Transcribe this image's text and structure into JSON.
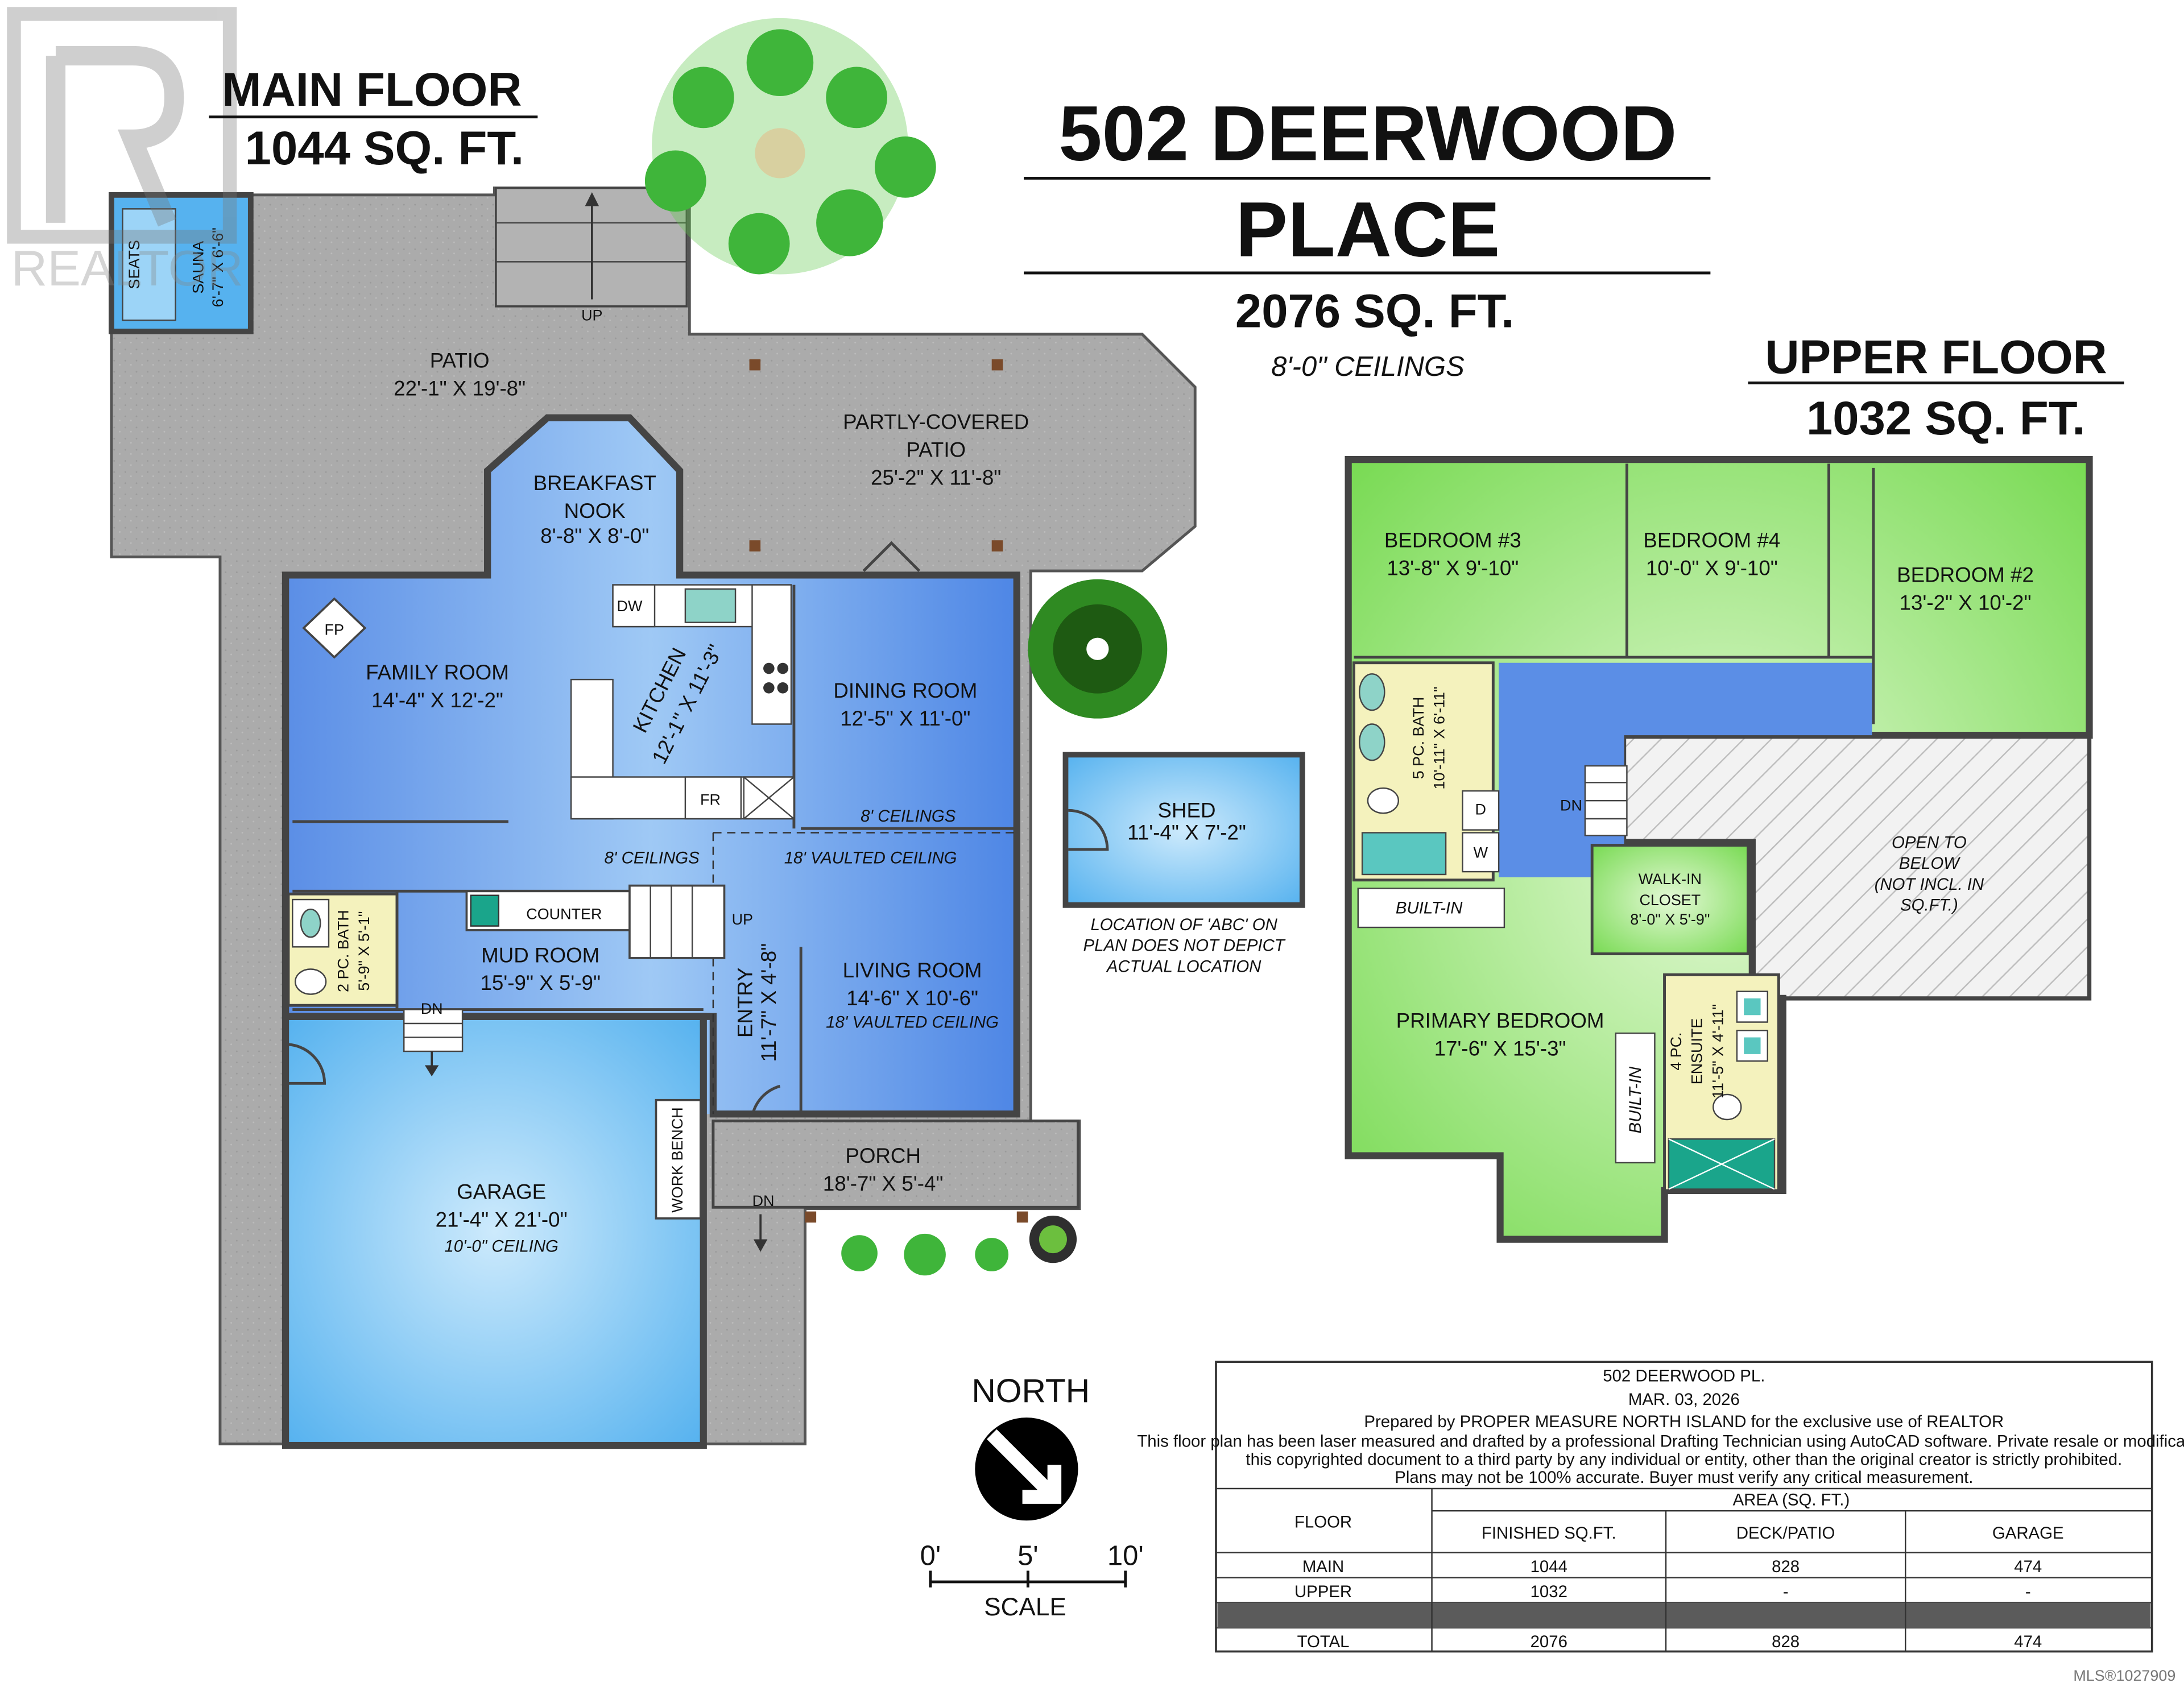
{
  "watermark": {
    "brand": "REALTOR",
    "mls": "MLS®1027909"
  },
  "address": {
    "line1": "502 DEERWOOD",
    "line2": "PLACE",
    "total_area": "2076 SQ. FT.",
    "ceilings": "8'-0\" CEILINGS"
  },
  "main_floor": {
    "title": "MAIN FLOOR",
    "area": "1044 SQ. FT.",
    "rooms": {
      "patio": {
        "name": "PATIO",
        "dims": "22'-1\" X 19'-8\""
      },
      "partly_covered_patio": {
        "name1": "PARTLY-COVERED",
        "name2": "PATIO",
        "dims": "25'-2\" X 11'-8\""
      },
      "breakfast_nook": {
        "name1": "BREAKFAST",
        "name2": "NOOK",
        "dims": "8'-8\" X 8'-0\""
      },
      "family_room": {
        "name": "FAMILY ROOM",
        "dims": "14'-4\" X 12'-2\"",
        "fp": "FP"
      },
      "kitchen": {
        "name": "KITCHEN",
        "dims": "12'-1\" X 11'-3\"",
        "dw": "DW",
        "fr": "FR"
      },
      "dining_room": {
        "name": "DINING ROOM",
        "dims": "12'-5\" X 11'-0\"",
        "ceiling": "8' CEILINGS"
      },
      "vaulted": {
        "left": "8' CEILINGS",
        "right": "18' VAULTED CEILING"
      },
      "mud_room": {
        "name": "MUD ROOM",
        "dims": "15'-9\" X 5'-9\"",
        "counter": "COUNTER",
        "up": "UP"
      },
      "bath2": {
        "name": "2 PC. BATH",
        "dims": "5'-9\" X 5'-1\""
      },
      "entry": {
        "name": "ENTRY",
        "dims": "11'-7\" X 4'-8\""
      },
      "living_room": {
        "name": "LIVING ROOM",
        "dims": "14'-6\" X 10'-6\"",
        "ceiling": "18' VAULTED CEILING"
      },
      "garage": {
        "name": "GARAGE",
        "dims": "21'-4\" X 21'-0\"",
        "ceiling": "10'-0\" CEILING",
        "bench": "WORK BENCH",
        "dn": "DN"
      },
      "porch": {
        "name": "PORCH",
        "dims": "18'-7\" X 5'-4\"",
        "dn": "DN"
      },
      "sauna": {
        "name": "SAUNA",
        "dims": "6'-7\" X 6'-6\"",
        "seats": "SEATS"
      },
      "up": "UP"
    }
  },
  "shed": {
    "name": "SHED",
    "dims": "11'-4\" X 7'-2\"",
    "note": [
      "LOCATION OF 'ABC' ON",
      "PLAN DOES NOT DEPICT",
      "ACTUAL LOCATION"
    ]
  },
  "upper_floor": {
    "title": "UPPER FLOOR",
    "area": "1032 SQ. FT.",
    "rooms": {
      "bed3": {
        "name": "BEDROOM #3",
        "dims": "13'-8\" X 9'-10\""
      },
      "bed4": {
        "name": "BEDROOM #4",
        "dims": "10'-0\" X 9'-10\""
      },
      "bed2": {
        "name": "BEDROOM #2",
        "dims": "13'-2\" X 10'-2\""
      },
      "bath5": {
        "name": "5 PC. BATH",
        "dims": "10'-11\" X 6'-11\""
      },
      "laundry": {
        "d": "D",
        "w": "W"
      },
      "dn": "DN",
      "open_below": [
        "OPEN TO",
        "BELOW",
        "(NOT INCL. IN",
        "SQ.FT.)"
      ],
      "walk_in": {
        "name1": "WALK-IN",
        "name2": "CLOSET",
        "dims": "8'-0\" X 5'-9\""
      },
      "built_in": "BUILT-IN",
      "built_in_v": "BUILT-IN",
      "primary": {
        "name": "PRIMARY BEDROOM",
        "dims": "17'-6\" X 15'-3\""
      },
      "ensuite": {
        "name1": "4 PC.",
        "name2": "ENSUITE",
        "dims": "11'-5\" X 4'-11\""
      }
    }
  },
  "north": {
    "label": "NORTH"
  },
  "scale": {
    "ticks": [
      "0'",
      "5'",
      "10'"
    ],
    "label": "SCALE"
  },
  "info_table": {
    "address": "502 DEERWOOD PL.",
    "date": "MAR. 03, 2026",
    "prepared": "Prepared by PROPER MEASURE NORTH ISLAND for the exclusive use of REALTOR",
    "disclaimer1": "This floor plan has been laser measured and drafted by a professional Drafting Technician using AutoCAD software. Private resale or modification of",
    "disclaimer2": "this copyrighted document to a third party by any individual or entity, other than the original creator is strictly prohibited.",
    "disclaimer3": "Plans may not be 100% accurate. Buyer must verify any critical measurement.",
    "area_header": "AREA (SQ. FT.)",
    "columns": [
      "FLOOR",
      "FINISHED SQ.FT.",
      "DECK/PATIO",
      "GARAGE"
    ],
    "rows": [
      [
        "MAIN",
        "1044",
        "828",
        "474"
      ],
      [
        "UPPER",
        "1032",
        "-",
        "-"
      ],
      [
        "",
        "",
        "",
        ""
      ],
      [
        "TOTAL",
        "2076",
        "828",
        "474"
      ]
    ]
  },
  "colors": {
    "blue": "#5a8fe8",
    "light_blue": "#9fd0f7",
    "green": "#8ee06a",
    "patio_gray": "#a9a9a9"
  }
}
